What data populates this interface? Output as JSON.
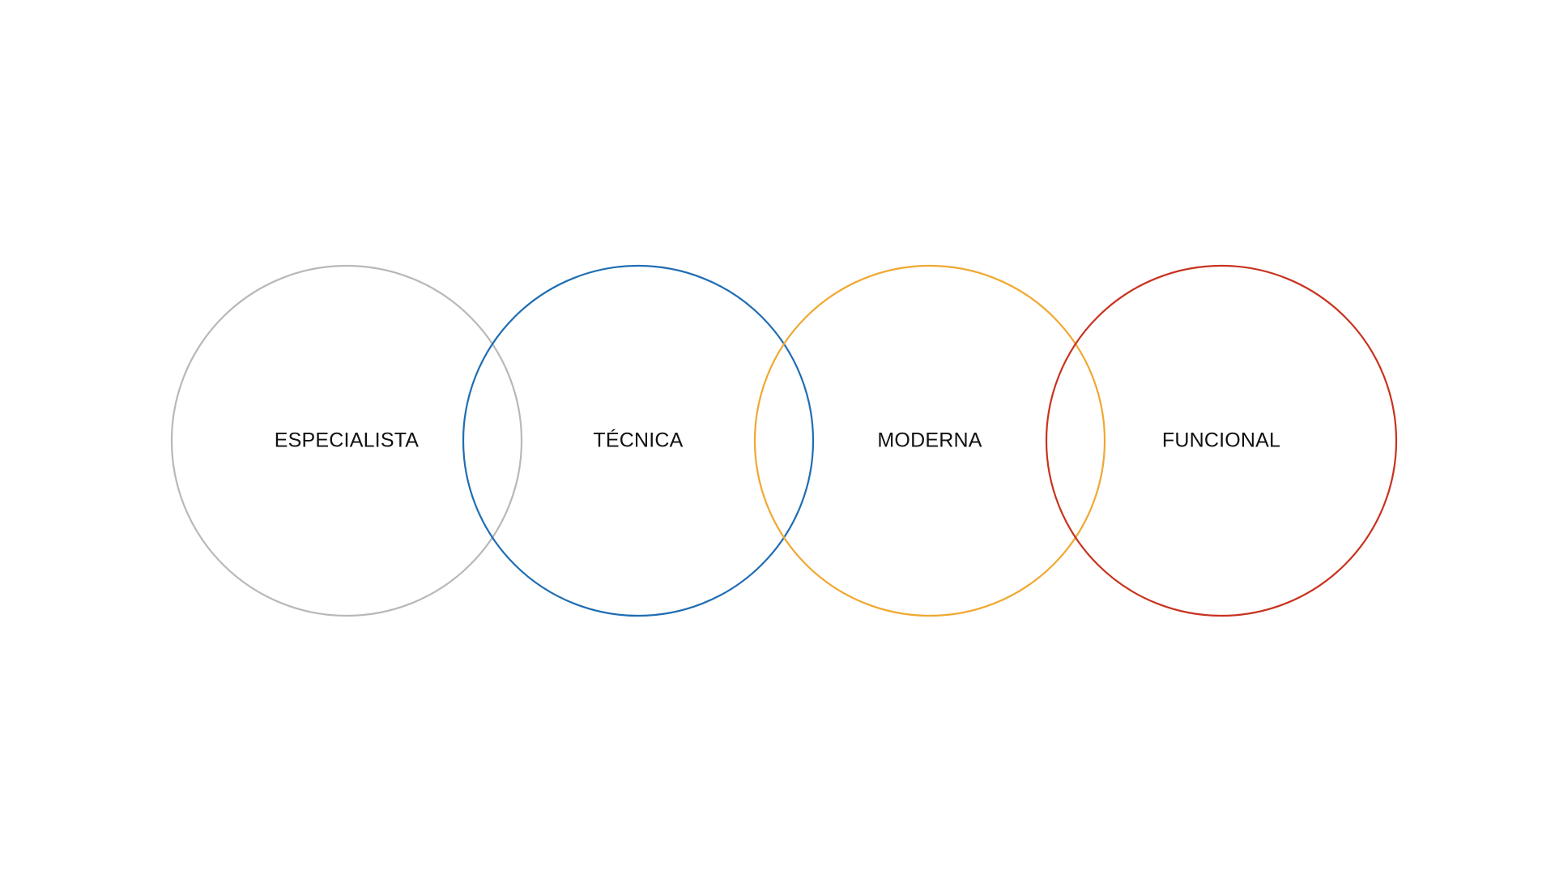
{
  "diagram": {
    "circles": [
      {
        "label": "ESPECIALISTA",
        "color": "#b8b8b8"
      },
      {
        "label": "TÉCNICA",
        "color": "#1f6db3"
      },
      {
        "label": "MODERNA",
        "color": "#f0a830"
      },
      {
        "label": "FUNCIONAL",
        "color": "#c8321e"
      }
    ]
  }
}
